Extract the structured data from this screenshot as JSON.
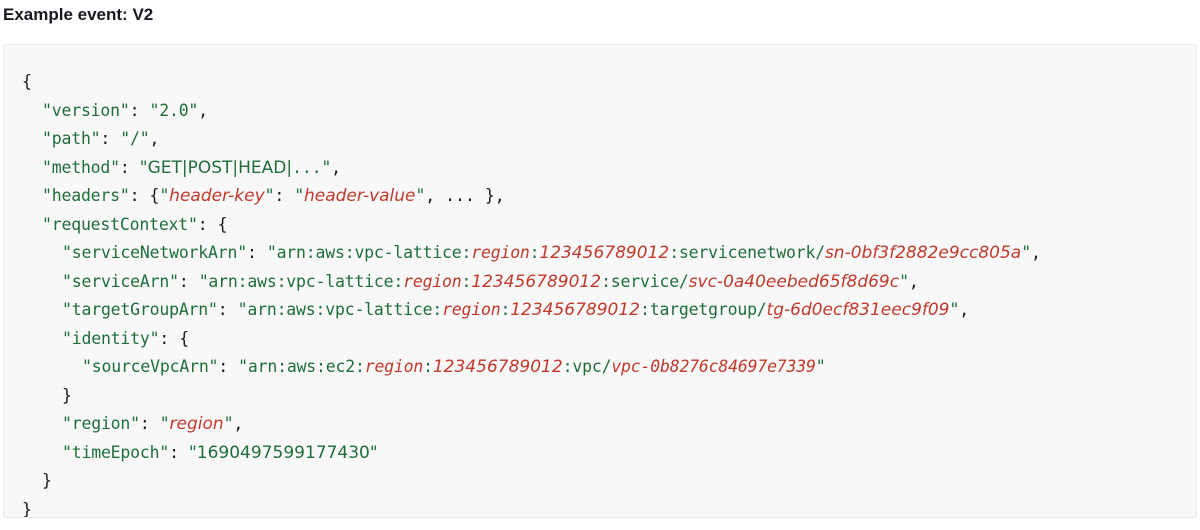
{
  "heading": "Example event: V2",
  "code": {
    "open_brace": "{",
    "close_brace": "}",
    "version": {
      "key": "\"version\"",
      "value": "\"2.0\""
    },
    "path": {
      "key": "\"path\"",
      "value": "\"/\""
    },
    "method": {
      "key": "\"method\"",
      "value_prefix": "\"GET|POST|HEAD|",
      "value_suffix": "...\""
    },
    "headers": {
      "key": "\"headers\"",
      "inner_key": "header-key",
      "inner_value": "header-value",
      "ellipsis": "..."
    },
    "requestContext": {
      "key": "\"requestContext\"",
      "serviceNetworkArn": {
        "key": "\"serviceNetworkArn\"",
        "prefix": "\"arn:aws:vpc-lattice:",
        "region": "region",
        "account": "123456789012",
        "type": ":servicenetwork/",
        "id": "sn-0bf3f2882e9cc805a",
        "end": "\""
      },
      "serviceArn": {
        "key": "\"serviceArn\"",
        "prefix": "\"arn:aws:vpc-lattice:",
        "region": "region",
        "account": "123456789012",
        "type": ":service/",
        "id": "svc-0a40eebed65f8d69c",
        "end": "\""
      },
      "targetGroupArn": {
        "key": "\"targetGroupArn\"",
        "prefix": "\"arn:aws:vpc-lattice:",
        "region": "region",
        "account": "123456789012",
        "type": ":targetgroup/",
        "id": "tg-6d0ecf831eec9f09",
        "end": "\""
      },
      "identity": {
        "key": "\"identity\"",
        "sourceVpcArn": {
          "key": "\"sourceVpcArn\"",
          "prefix": "\"arn:aws:ec2:",
          "region": "region",
          "account": "123456789012",
          "type": ":vpc/",
          "id": "vpc-0b8276c84697e7339",
          "end": "\""
        }
      },
      "region": {
        "key": "\"region\"",
        "value": "region"
      },
      "timeEpoch": {
        "key": "\"timeEpoch\"",
        "value": "\"1690497599177430\""
      }
    }
  }
}
